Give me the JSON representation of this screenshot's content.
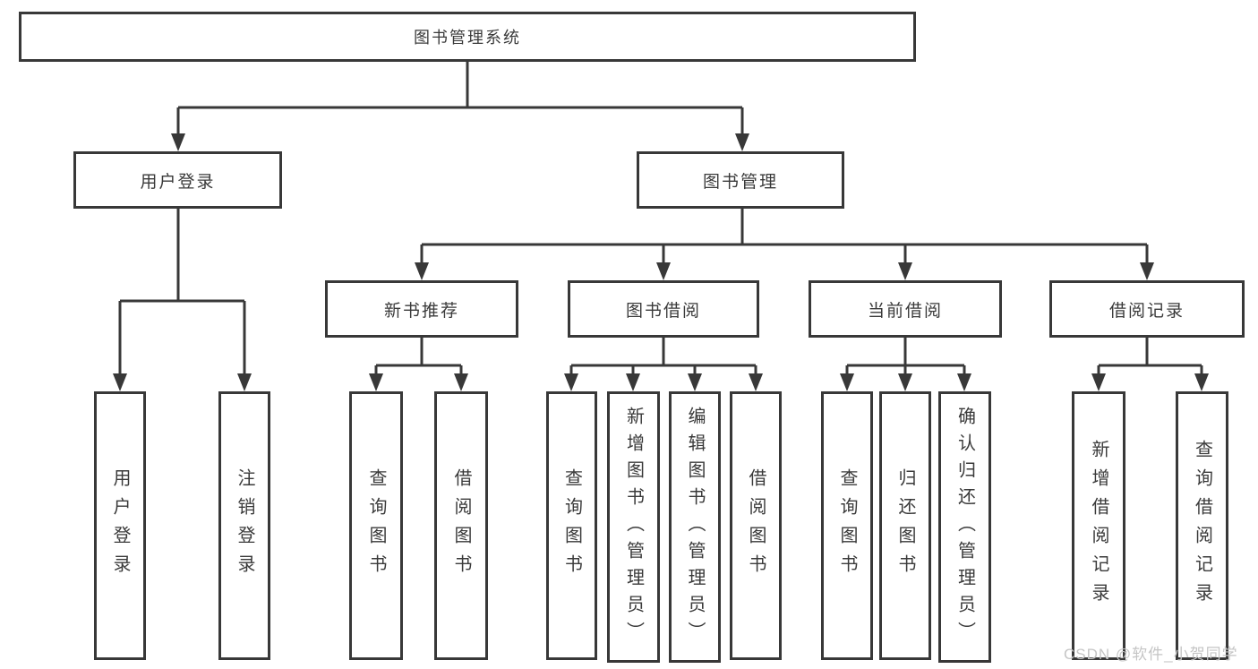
{
  "diagram": {
    "root": {
      "label": "图书管理系统"
    },
    "level2": [
      {
        "id": "user-login",
        "label": "用户登录"
      },
      {
        "id": "book-management",
        "label": "图书管理"
      }
    ],
    "level3": [
      {
        "id": "new-book-recommend",
        "label": "新书推荐"
      },
      {
        "id": "book-borrowing",
        "label": "图书借阅"
      },
      {
        "id": "current-borrowing",
        "label": "当前借阅"
      },
      {
        "id": "borrowing-records",
        "label": "借阅记录"
      }
    ],
    "children": {
      "user_login": [
        {
          "label": "用户登录"
        },
        {
          "label": "注销登录"
        }
      ],
      "new_book_recommend": [
        {
          "label": "查询图书"
        },
        {
          "label": "借阅图书"
        }
      ],
      "book_borrowing": [
        {
          "label": "查询图书"
        },
        {
          "label": "新增图书（管理员）"
        },
        {
          "label": "编辑图书（管理员）"
        },
        {
          "label": "借阅图书"
        }
      ],
      "current_borrowing": [
        {
          "label": "查询图书"
        },
        {
          "label": "归还图书"
        },
        {
          "label": "确认归还（管理员）"
        }
      ],
      "borrowing_records": [
        {
          "label": "新增借阅记录"
        },
        {
          "label": "查询借阅记录"
        }
      ]
    }
  },
  "watermark": {
    "text": "CSDN @软件_小贺同学"
  },
  "colors": {
    "line": "#383838",
    "text": "#3a3a3a",
    "background": "#ffffff",
    "watermark": "#c5c5c5"
  }
}
